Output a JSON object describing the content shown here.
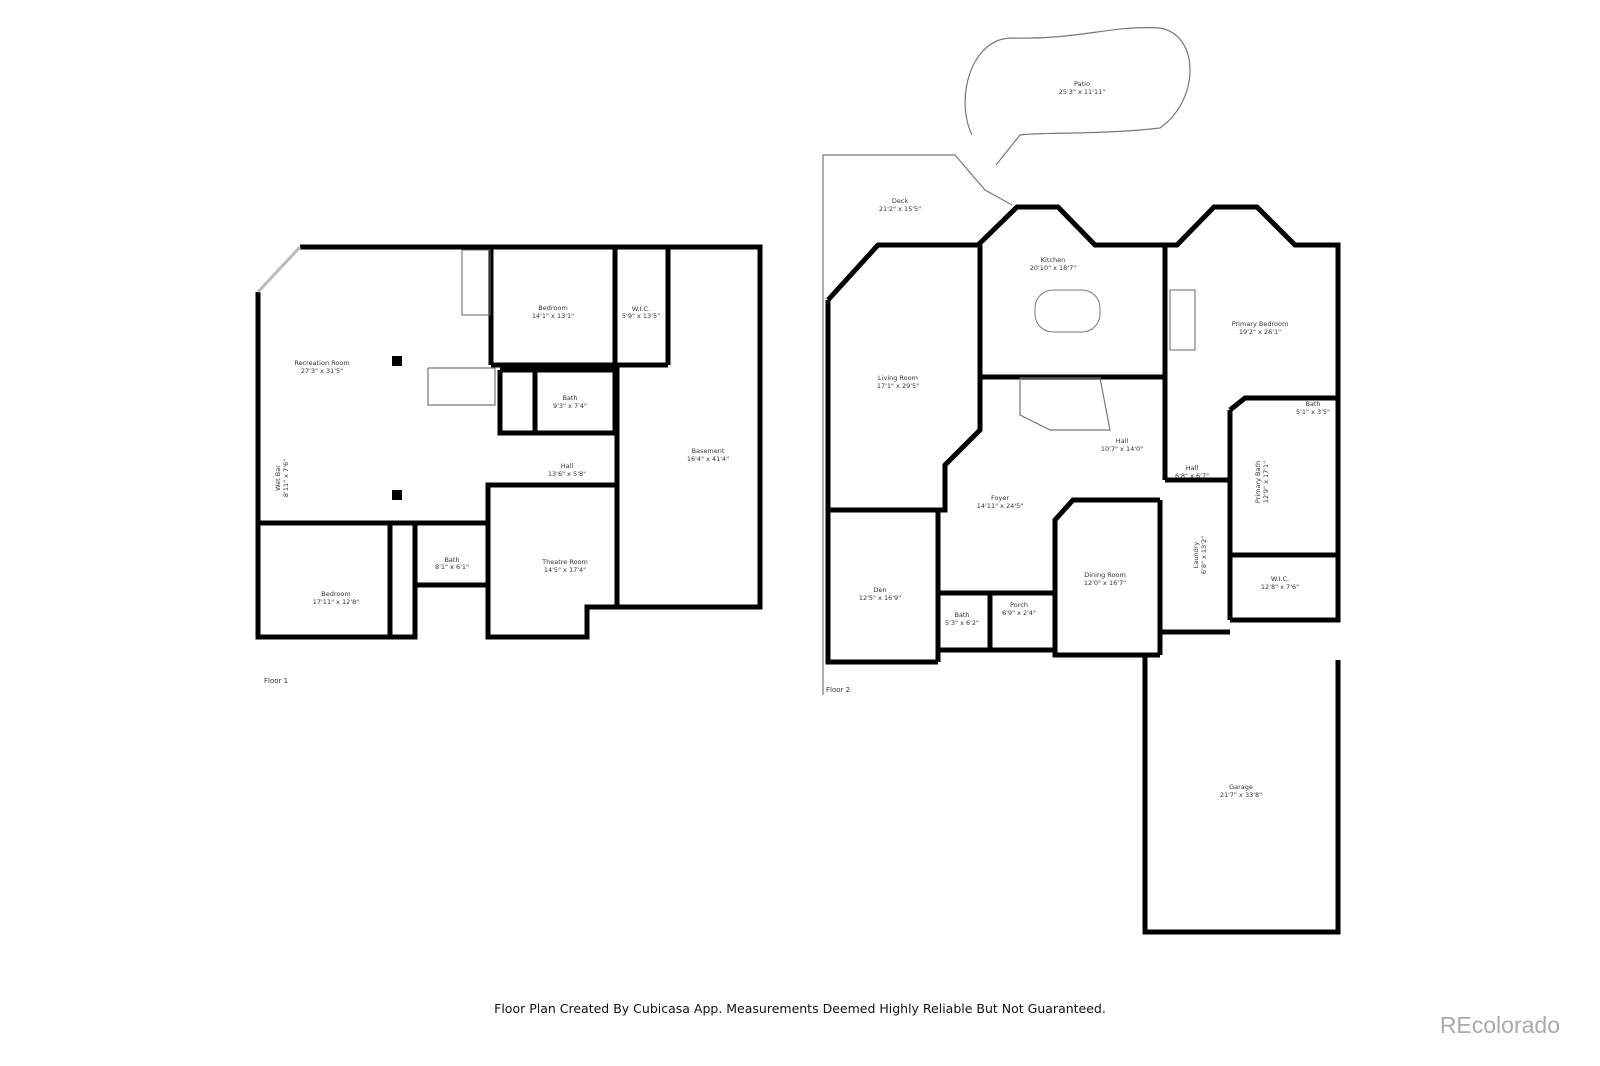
{
  "floor1": {
    "label": "Floor 1",
    "rooms": [
      {
        "name": "Recreation Room",
        "size": "27'3\" x 31'5\""
      },
      {
        "name": "Bedroom",
        "size": "14'1\" x 13'1\""
      },
      {
        "name": "W.I.C.",
        "size": "5'9\" x 13'5\""
      },
      {
        "name": "Bath",
        "size": "9'3\" x 7'4\""
      },
      {
        "name": "Hall",
        "size": "13'6\" x 5'8\""
      },
      {
        "name": "Basement",
        "size": "16'4\" x 41'4\""
      },
      {
        "name": "Wet Bar",
        "size": "8'11\" x 7'6\""
      },
      {
        "name": "Bath",
        "size": "8'1\" x 6'1\""
      },
      {
        "name": "Theatre Room",
        "size": "14'5\" x 17'4\""
      },
      {
        "name": "Bedroom",
        "size": "17'11\" x 12'8\""
      }
    ]
  },
  "floor2": {
    "label": "Floor 2",
    "rooms": [
      {
        "name": "Patio",
        "size": "25'3\" x 11'11\""
      },
      {
        "name": "Deck",
        "size": "21'2\" x 15'5\""
      },
      {
        "name": "Kitchen",
        "size": "20'10\" x 18'7\""
      },
      {
        "name": "Primary Bedroom",
        "size": "19'2\" x 26'1\""
      },
      {
        "name": "Living Room",
        "size": "17'1\" x 29'5\""
      },
      {
        "name": "Hall",
        "size": "10'7\" x 14'0\""
      },
      {
        "name": "Bath",
        "size": "5'1\" x 3'5\""
      },
      {
        "name": "Primary Bath",
        "size": "12'9\" x 17'1\""
      },
      {
        "name": "Hall",
        "size": "6'8\" x 6'7\""
      },
      {
        "name": "Foyer",
        "size": "14'11\" x 24'5\""
      },
      {
        "name": "Laundry",
        "size": "6'8\" x 13'2\""
      },
      {
        "name": "Den",
        "size": "12'5\" x 16'9\""
      },
      {
        "name": "Dining Room",
        "size": "12'0\" x 16'7\""
      },
      {
        "name": "W.I.C.",
        "size": "12'8\" x 7'6\""
      },
      {
        "name": "Bath",
        "size": "5'3\" x 6'2\""
      },
      {
        "name": "Porch",
        "size": "6'9\" x 2'4\""
      },
      {
        "name": "Garage",
        "size": "21'7\" x 33'8\""
      }
    ]
  },
  "footer": "Floor Plan Created By Cubicasa App. Measurements Deemed Highly Reliable But Not Guaranteed.",
  "logo": "REcolorado"
}
